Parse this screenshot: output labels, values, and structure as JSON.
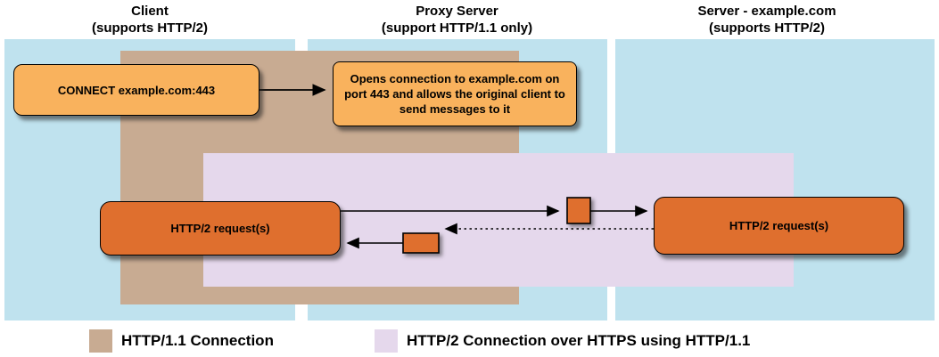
{
  "columns": [
    {
      "title": "Client",
      "subtitle": "(supports HTTP/2)"
    },
    {
      "title": "Proxy Server",
      "subtitle": "(support HTTP/1.1 only)"
    },
    {
      "title": "Server - example.com",
      "subtitle": "(supports HTTP/2)"
    }
  ],
  "boxes": {
    "connect_label": "CONNECT example.com:443",
    "proxy_opens_label": "Opens connection to example.com on port 443 and allows the original client to send messages to it",
    "client_requests_label": "HTTP/2 request(s)",
    "server_requests_label": "HTTP/2 request(s)"
  },
  "legend": [
    {
      "label": "HTTP/1.1 Connection",
      "color": "#c8ab92"
    },
    {
      "label": "HTTP/2 Connection over HTTPS using HTTP/1.1",
      "color": "#e5d8ec"
    }
  ],
  "colors": {
    "column_bg": "#bfe2ee",
    "http11_connection": "#c8ab92",
    "http2_connection": "#e5d8ec",
    "message_box": "#f9b25d",
    "request_box": "#df6f2e"
  }
}
